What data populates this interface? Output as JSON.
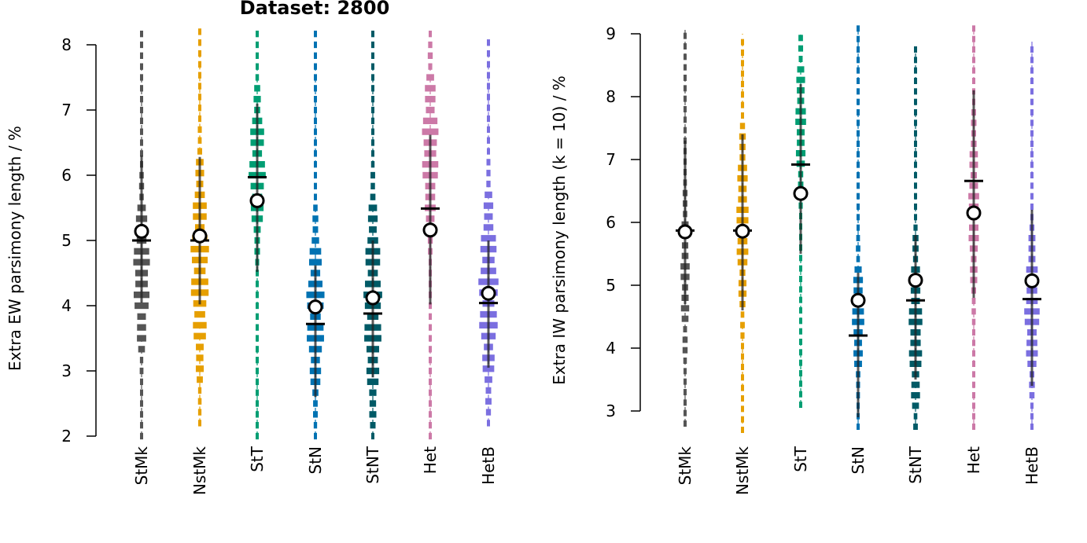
{
  "figure": {
    "title": "Dataset: 2800"
  },
  "chart_data": [
    {
      "type": "violin-dot",
      "title": "Dataset: 2800",
      "ylabel": "Extra EW parsimony length / %",
      "ylim": [
        2,
        8
      ],
      "yticks": [
        2,
        3,
        4,
        5,
        6,
        7,
        8
      ],
      "categories": [
        "StMk",
        "NstMk",
        "StT",
        "StN",
        "StNT",
        "Het",
        "HetB"
      ],
      "colors": [
        "#555555",
        "#E69F00",
        "#009E73",
        "#0072B2",
        "#005A66",
        "#CC79A7",
        "#7B6FE0"
      ],
      "mean": [
        5.14,
        5.07,
        5.61,
        3.98,
        4.12,
        5.16,
        4.19
      ],
      "median": [
        5.0,
        5.0,
        5.97,
        3.72,
        3.88,
        5.49,
        4.04
      ],
      "ci_low": [
        4.05,
        4.02,
        4.52,
        2.6,
        2.9,
        4.02,
        3.05
      ],
      "ci_high": [
        6.3,
        6.28,
        7.1,
        4.62,
        5.0,
        6.62,
        5.0
      ],
      "extent_low": [
        2.0,
        2.2,
        2.0,
        2.0,
        2.0,
        2.0,
        2.2
      ],
      "extent_high": [
        8.3,
        8.3,
        8.3,
        8.3,
        8.3,
        8.3,
        8.1
      ],
      "peak": [
        4.5,
        4.6,
        6.1,
        3.9,
        4.0,
        6.4,
        4.2
      ],
      "spread": [
        0.9,
        1.2,
        0.85,
        0.95,
        1.2,
        0.95,
        1.1
      ],
      "max_width": [
        11,
        12,
        11,
        12,
        12,
        11,
        13
      ]
    },
    {
      "type": "violin-dot",
      "ylabel": "Extra IW parsimony length (k = 10) / %",
      "ylim": [
        3,
        9
      ],
      "yticks": [
        3,
        4,
        5,
        6,
        7,
        8,
        9
      ],
      "categories": [
        "StMk",
        "NstMk",
        "StT",
        "StN",
        "StNT",
        "Het",
        "HetB"
      ],
      "colors": [
        "#555555",
        "#E69F00",
        "#009E73",
        "#0072B2",
        "#005A66",
        "#CC79A7",
        "#7B6FE0"
      ],
      "mean": [
        5.85,
        5.86,
        6.46,
        4.76,
        5.08,
        6.15,
        5.07
      ],
      "median": [
        5.87,
        5.87,
        6.92,
        4.2,
        4.76,
        6.66,
        4.78
      ],
      "ci_low": [
        4.7,
        4.6,
        5.5,
        2.9,
        3.5,
        4.8,
        3.4
      ],
      "ci_high": [
        7.3,
        7.4,
        8.2,
        5.2,
        5.8,
        8.1,
        6.2
      ],
      "extent_low": [
        2.8,
        2.7,
        3.1,
        2.75,
        2.75,
        2.75,
        2.75
      ],
      "extent_high": [
        9.1,
        9.0,
        9.0,
        9.1,
        8.8,
        9.1,
        8.9
      ],
      "peak": [
        5.2,
        6.0,
        7.6,
        4.5,
        4.3,
        6.2,
        4.6
      ],
      "spread": [
        1.1,
        1.2,
        1.0,
        0.8,
        1.1,
        1.2,
        0.9
      ],
      "max_width": [
        6,
        8,
        7,
        8,
        9,
        7,
        10
      ]
    }
  ]
}
